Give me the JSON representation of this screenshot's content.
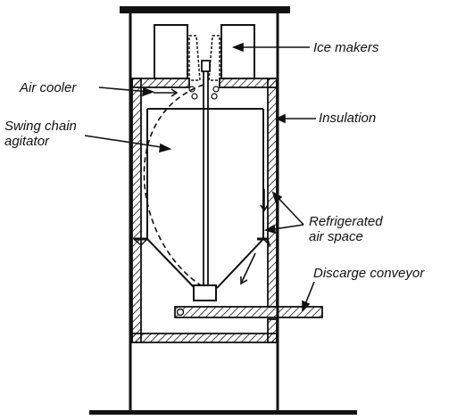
{
  "labels": {
    "ice_makers": "Ice makers",
    "air_cooler": "Air cooler",
    "swing_chain_line1": "Swing chain",
    "swing_chain_line2": "agitator",
    "insulation": "Insulation",
    "refrigerated_line1": "Refrigerated",
    "refrigerated_line2": "air space",
    "discharge_conveyor": "Discarge conveyor"
  },
  "colors": {
    "ink": "#111111",
    "paper": "#ffffff"
  }
}
